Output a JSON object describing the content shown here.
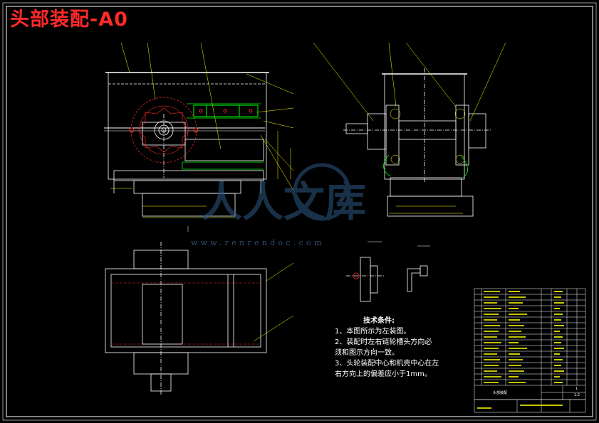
{
  "title": "头部装配-A0",
  "watermark": {
    "url": "www.renrendoc.com",
    "color": "#2d5a86"
  },
  "tech_notes": {
    "heading": "技术条件:",
    "lines": [
      "1、本图所示为左装图。",
      "2、装配时左右链轮槽头方向必",
      "须和图示方向一致。",
      "3、头轮装配中心和机壳中心在左",
      "右方向上的偏差应小于1mm。"
    ]
  },
  "title_block": {
    "drawing_name": "头部装配",
    "scale": "1:2",
    "sheet": "1"
  },
  "colors": {
    "background": "#000000",
    "line": "#ffffff",
    "accent_red": "#ff2a2a",
    "dim_yellow": "#ffff00",
    "green": "#00ff00",
    "border": "#ffffff"
  }
}
